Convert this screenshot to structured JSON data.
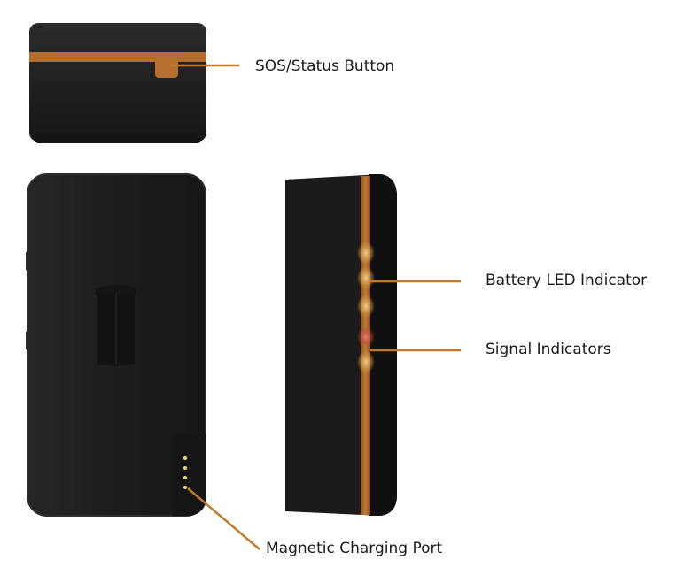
{
  "colors": {
    "body": "#1c1c1c",
    "body_edge": "#2a2a2a",
    "accent_orange": "#b87333",
    "leader_line": "#c07a2c",
    "led_amber": "#e8b562",
    "led_red": "#d9534f",
    "pin_yellow": "#f2d94e"
  },
  "callouts": {
    "sos_button": "SOS/Status Button",
    "battery_led": "Battery LED Indicator",
    "signal_indicators": "Signal Indicators",
    "charging_port": "Magnetic Charging Port"
  },
  "icons": {
    "logo": "book-logo-icon"
  }
}
